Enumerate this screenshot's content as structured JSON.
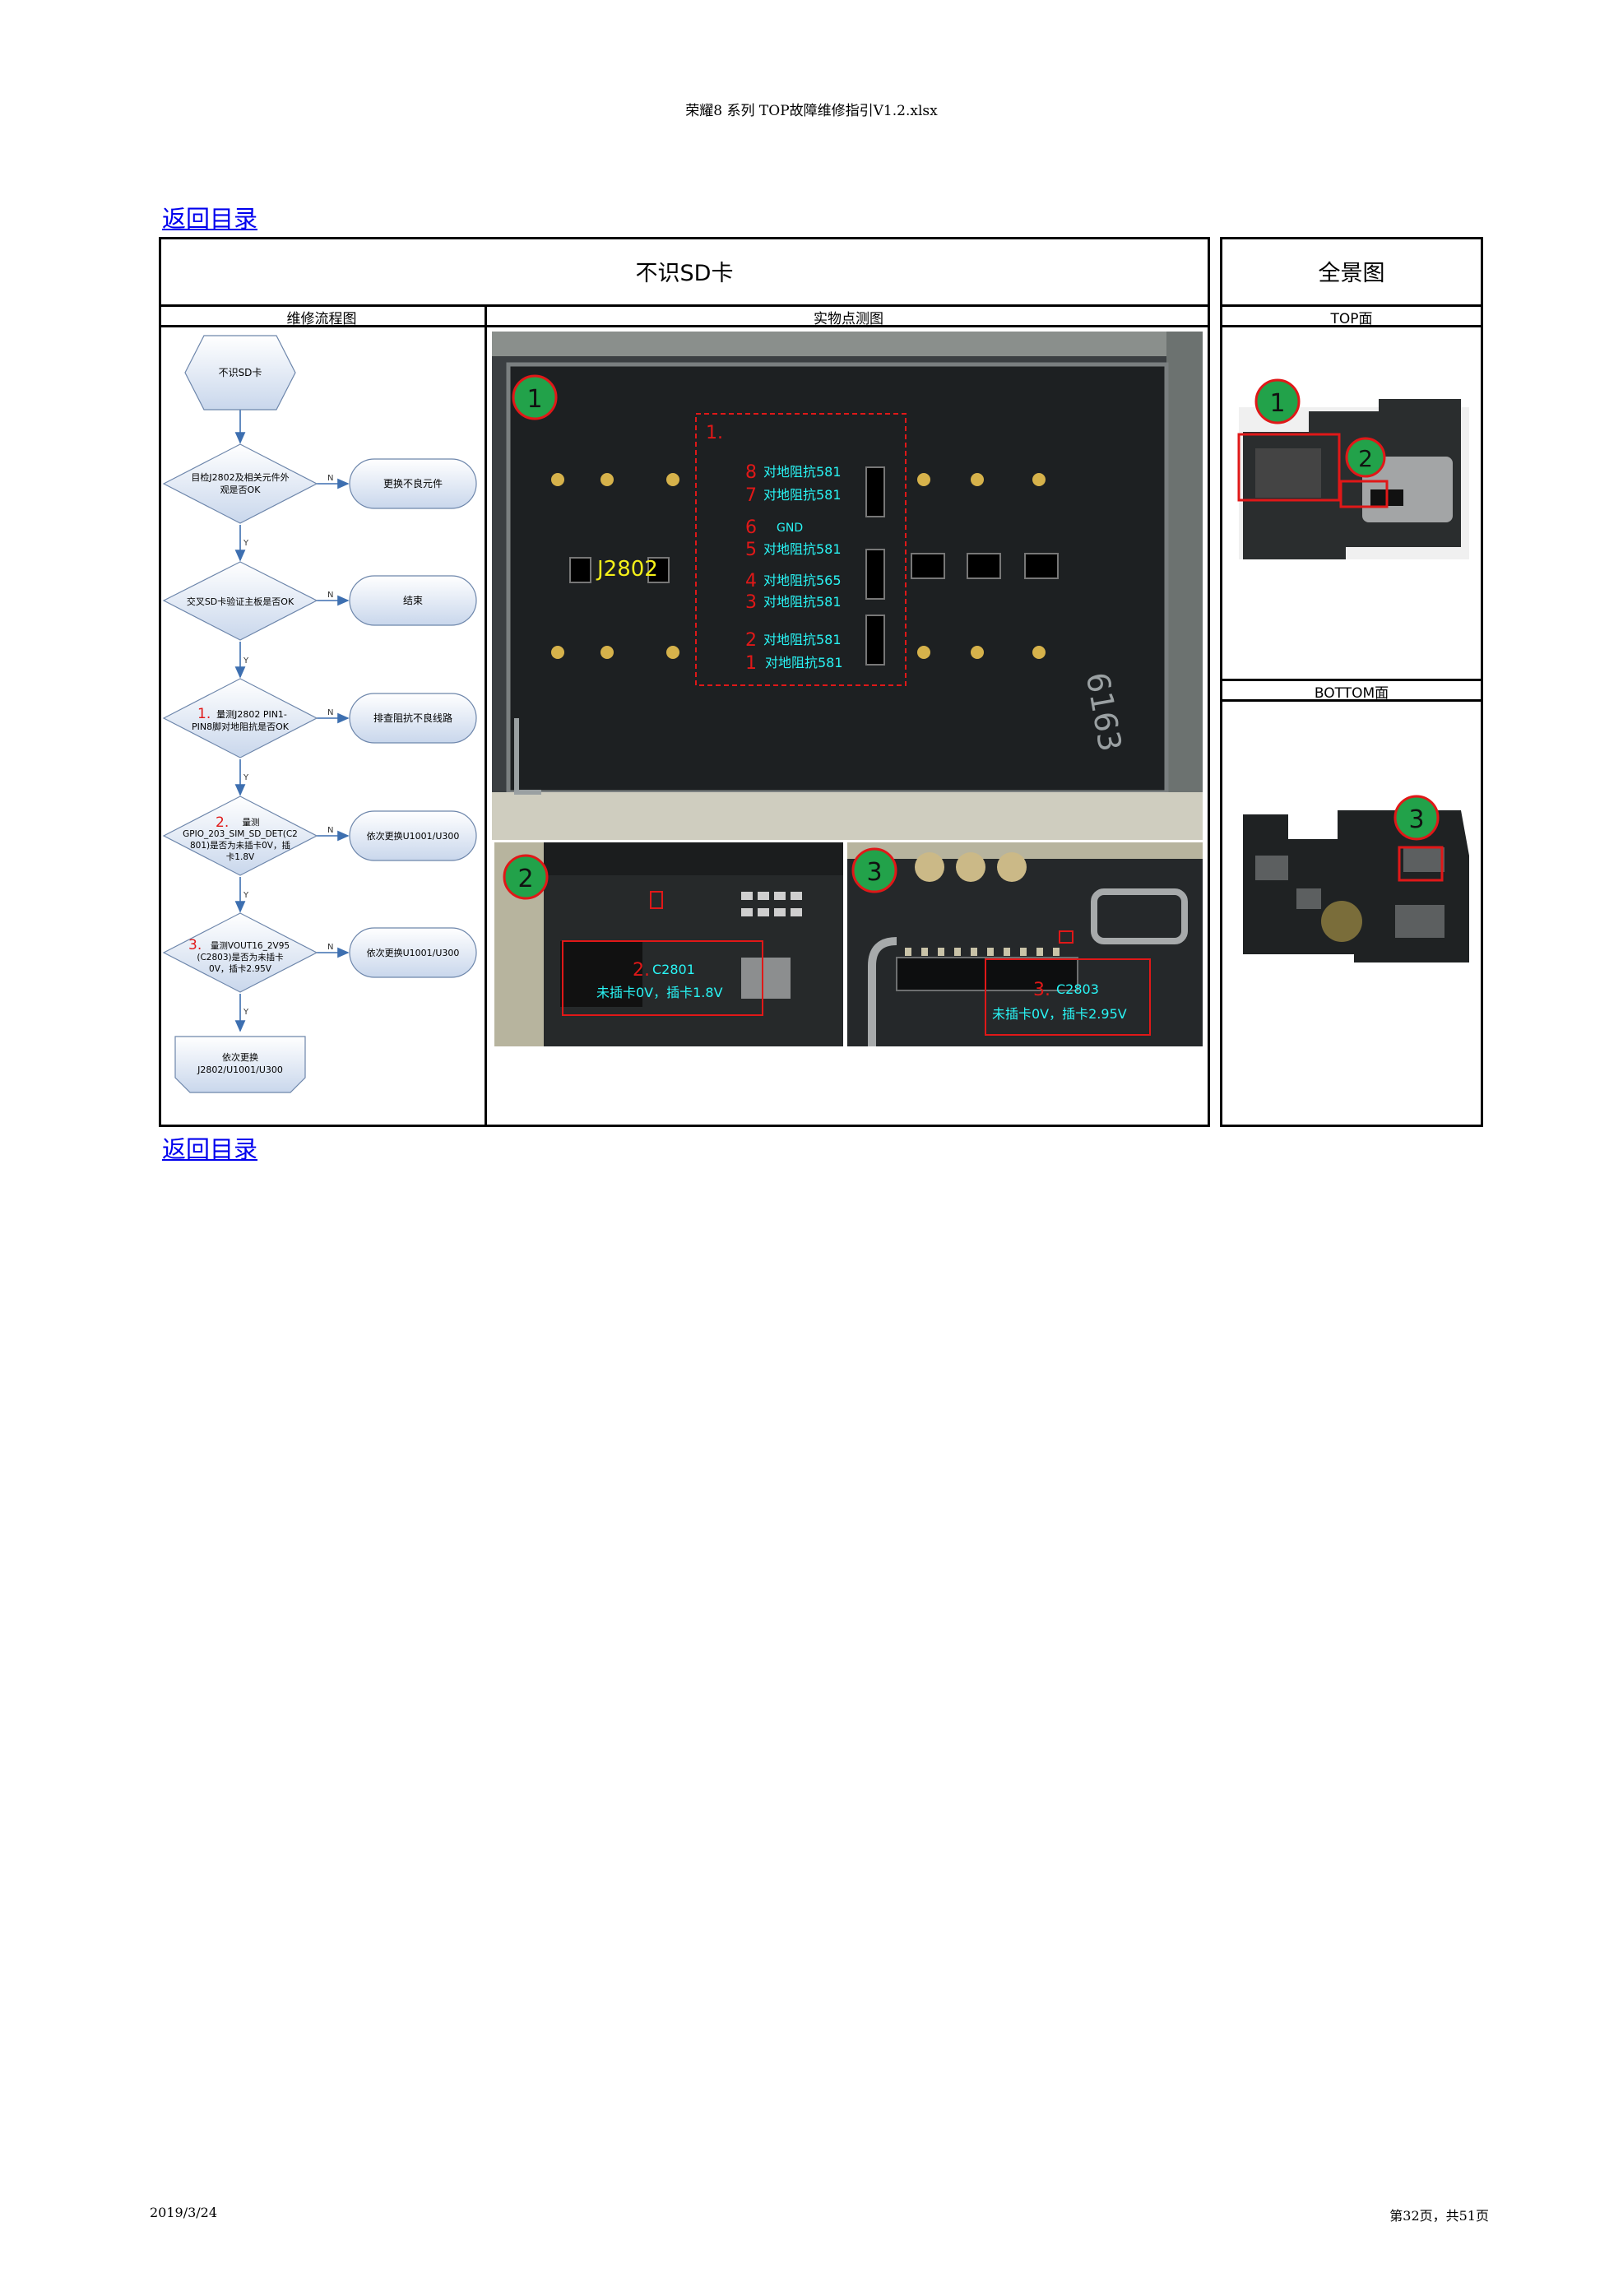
{
  "header": {
    "title": "荣耀8 系列 TOP故障维修指引V1.2.xlsx"
  },
  "nav": {
    "back_top": "返回目录",
    "back_bottom": "返回目录"
  },
  "table": {
    "main_title": "不识SD卡",
    "overview_title": "全景图",
    "col_flow": "维修流程图",
    "col_photo": "实物点测图",
    "col_top": "TOP面",
    "col_bottom": "BOTTOM面"
  },
  "flow": {
    "start": "不识SD卡",
    "d1": [
      "目检J2802及相关元件外",
      "观是否OK"
    ],
    "a1": "更换不良元件",
    "d2": "交叉SD卡验证主板是否OK",
    "a2": "结束",
    "d3_num": "1.",
    "d3": [
      "量测J2802 PIN1-",
      "PIN8脚对地阻抗是否OK"
    ],
    "a3": "排查阻抗不良线路",
    "d4_num": "2.",
    "d4": [
      "量测",
      "GPIO_203_SIM_SD_DET(C2",
      "801)是否为未插卡0V，插",
      "卡1.8V"
    ],
    "a4": "依次更换U1001/U300",
    "d5_num": "3.",
    "d5": [
      "量测VOUT16_2V95",
      "(C2803)是否为未插卡",
      "0V，插卡2.95V"
    ],
    "a5": "依次更换U1001/U300",
    "end": [
      "依次更换",
      "J2802/U1001/U300"
    ],
    "yes": "Y",
    "no": "N"
  },
  "photo_main": {
    "badge": "1",
    "box_label": "1.",
    "connector": "J2802",
    "marking": "6163",
    "pins": [
      {
        "num": "8",
        "text": "对地阻抗581"
      },
      {
        "num": "7",
        "text": "对地阻抗581"
      },
      {
        "num": "6",
        "text": "GND"
      },
      {
        "num": "5",
        "text": "对地阻抗581"
      },
      {
        "num": "4",
        "text": "对地阻抗565"
      },
      {
        "num": "3",
        "text": "对地阻抗581"
      },
      {
        "num": "2",
        "text": "对地阻抗581"
      },
      {
        "num": "1",
        "text": "对地阻抗581"
      }
    ]
  },
  "photo_2": {
    "badge": "2",
    "num": "2.",
    "part": "C2801",
    "desc": "未插卡0V，插卡1.8V"
  },
  "photo_3": {
    "badge": "3",
    "num": "3.",
    "part": "C2803",
    "desc": "未插卡0V，插卡2.95V"
  },
  "overview": {
    "top_badges": [
      "1",
      "2"
    ],
    "bottom_badge": "3"
  },
  "footer": {
    "date": "2019/3/24",
    "page": "第32页，共51页"
  },
  "colors": {
    "badge_green": "#22a24a",
    "marker_red": "#e01818",
    "pin_cyan": "#29f5f5",
    "label_yellow": "#f5f019",
    "link_blue": "#0000ee"
  }
}
